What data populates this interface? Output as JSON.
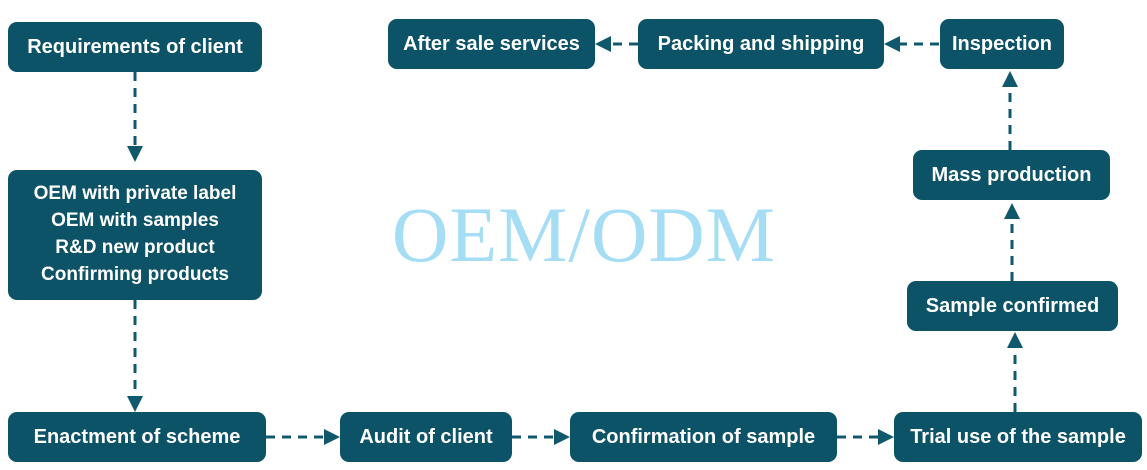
{
  "diagram": {
    "watermark": "OEM/ODM",
    "watermark_color": "#a5ddf4",
    "node_color": "#0d5368",
    "edge_color": "#10596d",
    "text_color": "#ffffff",
    "nodes": [
      {
        "id": "requirements",
        "label": "Requirements of client"
      },
      {
        "id": "oem-options-1",
        "label": "OEM with private label"
      },
      {
        "id": "oem-options-2",
        "label": "OEM with samples"
      },
      {
        "id": "oem-options-3",
        "label": "R&D new product"
      },
      {
        "id": "oem-options-4",
        "label": "Confirming products"
      },
      {
        "id": "enactment",
        "label": "Enactment of scheme"
      },
      {
        "id": "audit",
        "label": "Audit of client"
      },
      {
        "id": "confirmation",
        "label": "Confirmation of sample"
      },
      {
        "id": "trial-use",
        "label": "Trial use of the sample"
      },
      {
        "id": "sample-confirmed",
        "label": "Sample confirmed"
      },
      {
        "id": "mass-production",
        "label": "Mass production"
      },
      {
        "id": "inspection",
        "label": "Inspection"
      },
      {
        "id": "packing",
        "label": "Packing and shipping"
      },
      {
        "id": "after-sale",
        "label": "After sale services"
      }
    ],
    "edges": [
      {
        "from": "requirements",
        "to": "oem-options",
        "direction": "down"
      },
      {
        "from": "oem-options",
        "to": "enactment",
        "direction": "down"
      },
      {
        "from": "enactment",
        "to": "audit",
        "direction": "right"
      },
      {
        "from": "audit",
        "to": "confirmation",
        "direction": "right"
      },
      {
        "from": "confirmation",
        "to": "trial-use",
        "direction": "right"
      },
      {
        "from": "trial-use",
        "to": "sample-confirmed",
        "direction": "up"
      },
      {
        "from": "sample-confirmed",
        "to": "mass-production",
        "direction": "up"
      },
      {
        "from": "mass-production",
        "to": "inspection",
        "direction": "up"
      },
      {
        "from": "inspection",
        "to": "packing",
        "direction": "left"
      },
      {
        "from": "packing",
        "to": "after-sale",
        "direction": "left"
      }
    ]
  }
}
